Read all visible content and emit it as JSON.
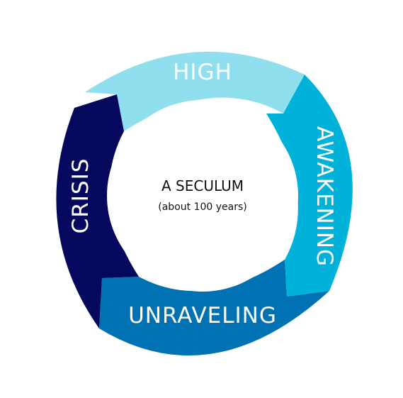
{
  "center": {
    "title": "A SECULUM",
    "subtitle": "(about 100 years)"
  },
  "segments": [
    {
      "key": "high",
      "label": "HIGH",
      "color": "#90DFEE"
    },
    {
      "key": "awakening",
      "label": "AWAKENING",
      "color": "#00B2D9"
    },
    {
      "key": "unraveling",
      "label": "UNRAVELING",
      "color": "#0072B3"
    },
    {
      "key": "crisis",
      "label": "CRISIS",
      "color": "#06085E"
    }
  ]
}
